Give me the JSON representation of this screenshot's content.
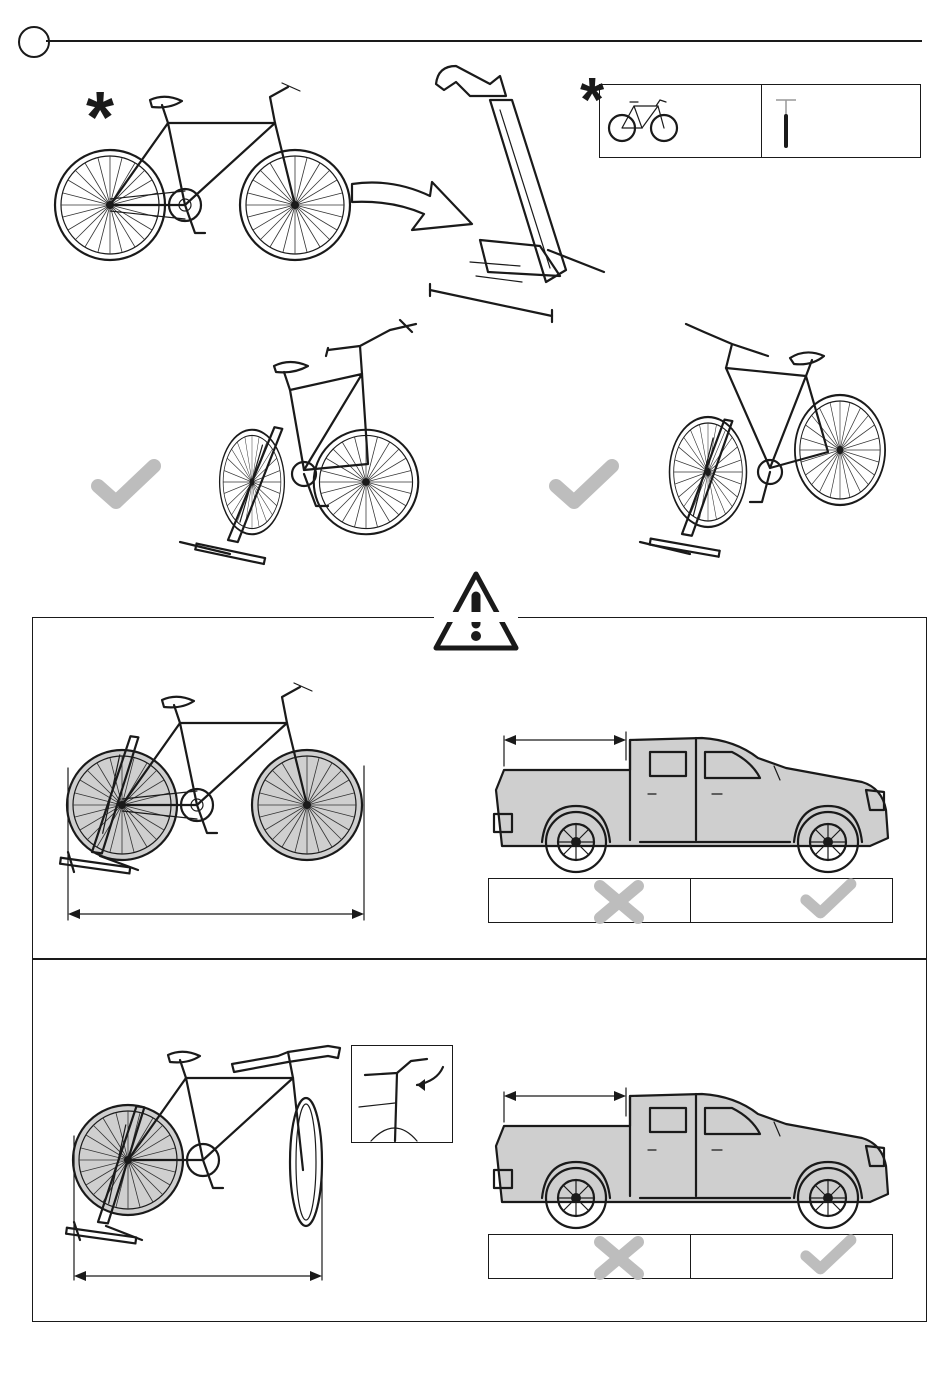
{
  "header": {
    "step_marker": "",
    "rule": "divider-line"
  },
  "top": {
    "asterisk": "*",
    "icons": [
      "bicycle-icon",
      "pole-icon",
      "arrow-icon",
      "rack-stand-icon"
    ]
  },
  "legend": {
    "asterisk": "*",
    "cells": [
      "road-bike-icon",
      "tool-pole-icon"
    ]
  },
  "ok_examples": [
    {
      "icon": "check-icon"
    },
    {
      "icon": "check-icon"
    }
  ],
  "warning": {
    "icon": "warning-triangle-icon"
  },
  "panels": [
    {
      "id": "straight-bars",
      "bike": "bike-in-stand-icon",
      "truck": "pickup-truck-icon",
      "result": [
        "cross-icon",
        "check-icon"
      ]
    },
    {
      "id": "turned-bars",
      "bike": "bike-turned-handlebar-icon",
      "inset": "handlebar-turn-icon",
      "truck": "pickup-truck-icon",
      "result": [
        "cross-icon",
        "check-icon"
      ]
    }
  ],
  "colors": {
    "ink": "#1a1a1a",
    "grey_fill": "#cfcfcf",
    "mark_grey": "#bdbdbd",
    "paper": "#ffffff"
  }
}
